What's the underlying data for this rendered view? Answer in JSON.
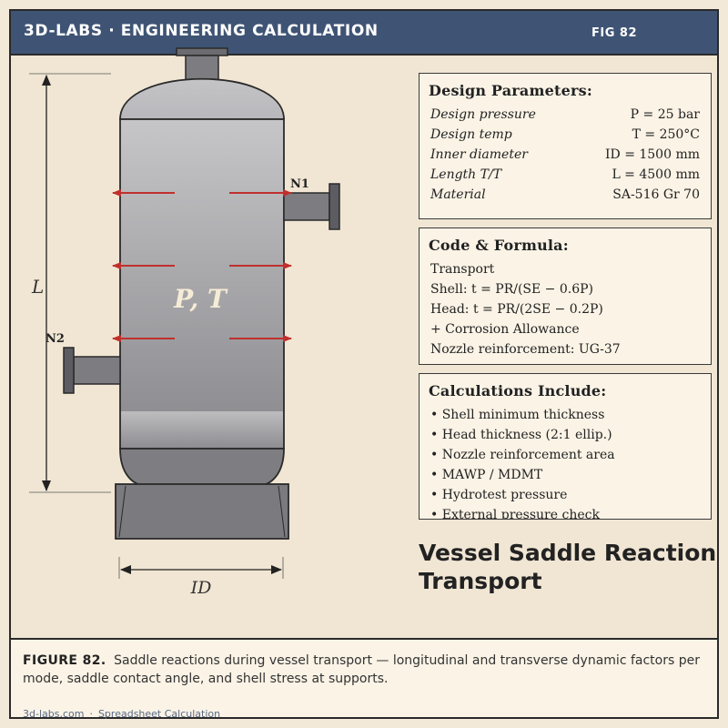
{
  "header": {
    "title": "3D-LABS · ENGINEERING CALCULATION",
    "figure_tag": "FIG 82"
  },
  "drawing": {
    "nozzle_n1": "N1",
    "nozzle_n2": "N2",
    "pressure_label": "P, T",
    "length_label": "L",
    "diameter_label": "ID"
  },
  "design_parameters": {
    "title": "Design Parameters:",
    "rows": [
      {
        "label": "Design pressure",
        "value": "P = 25 bar"
      },
      {
        "label": "Design temp",
        "value": "T = 250°C"
      },
      {
        "label": "Inner diameter",
        "value": "ID = 1500 mm"
      },
      {
        "label": "Length T/T",
        "value": "L = 4500 mm"
      },
      {
        "label": "Material",
        "value": "SA-516 Gr 70"
      }
    ]
  },
  "code_formula": {
    "title": "Code & Formula:",
    "lines": [
      "Transport",
      "Shell:  t = PR/(SE − 0.6P)",
      "Head:  t = PR/(2SE − 0.2P)",
      "+ Corrosion Allowance",
      "Nozzle reinforcement: UG-37"
    ]
  },
  "calculations": {
    "title": "Calculations Include:",
    "items": [
      "Shell minimum thickness",
      "Head thickness (2:1 ellip.)",
      "Nozzle reinforcement area",
      "MAWP / MDMT",
      "Hydrotest pressure",
      "External pressure check"
    ]
  },
  "main_title": {
    "line1": "Vessel Saddle Reaction",
    "line2": "Transport"
  },
  "caption": {
    "lead": "FIGURE 82.",
    "text": "Saddle reactions during vessel transport — longitudinal and transverse dynamic factors per mode, saddle contact angle, and shell stress at supports."
  },
  "footer": {
    "site": "3d-labs.com",
    "separator": "·",
    "label": "Spreadsheet Calculation"
  }
}
